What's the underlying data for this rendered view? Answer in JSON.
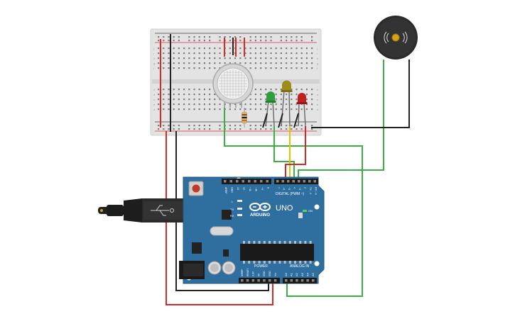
{
  "arduino": {
    "brand_label": "ARDUINO",
    "model_label": "UNO",
    "on_label": "ON",
    "digital_label": "DIGITAL (PWM ~)",
    "power_label": "POWER",
    "analog_label": "ANALOG IN",
    "led_labels": [
      "L",
      "TX",
      "RX"
    ],
    "power_pins": [
      "IOREF",
      "RESET",
      "3.3V",
      "5V",
      "GND",
      "GND",
      "Vin"
    ],
    "analog_pins": [
      "A0",
      "A1",
      "A2",
      "A3",
      "A4",
      "A5"
    ],
    "digital_pins_left": [
      "AREF",
      "GND",
      "13",
      "12",
      "~11",
      "~10",
      "~9",
      "8"
    ],
    "digital_pins_right": [
      "7",
      "~6",
      "~5",
      "4",
      "~3",
      "2",
      "TX→1",
      "RX←0"
    ]
  },
  "breadboard": {
    "row_letters_top": [
      "j",
      "i",
      "h",
      "g",
      "f"
    ],
    "row_letters_bottom": [
      "e",
      "d",
      "c",
      "b",
      "a"
    ]
  },
  "colors": {
    "board": "#2f6f9f",
    "wire_red": "#d42a2a",
    "wire_black": "#222222",
    "wire_green": "#3cb043",
    "wire_yellow": "#e6c200",
    "led_green": "#2e9e3e",
    "led_yellow": "#9c8c1a",
    "led_red": "#c21f1f"
  }
}
